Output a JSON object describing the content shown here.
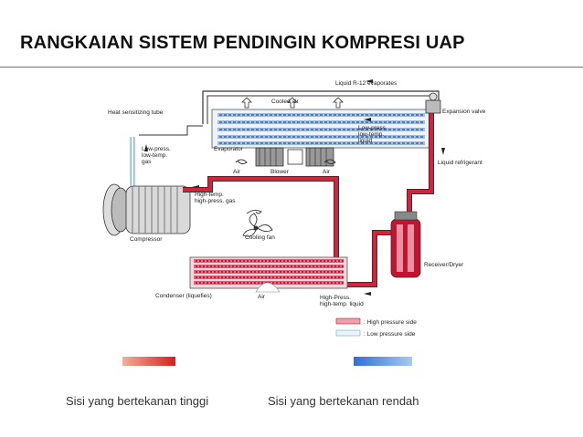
{
  "title": "RANGKAIAN SISTEM PENDINGIN KOMPRESI UAP",
  "labels": {
    "liquid_r12": "Liquid R-12 evaporates",
    "cooled_air": "Cooled air",
    "heat_tube": "Heat sensitizing tube",
    "expansion_valve": "Expansion valve",
    "low_press_in_1": "Low-press.",
    "low_press_in_2": "low-temp.",
    "low_press_in_3": "liquid",
    "evaporator": "Evaporator",
    "low_press_out_1": "Low-press.",
    "low_press_out_2": "low-temp.",
    "low_press_out_3": "gas",
    "air_left": "Air",
    "blower": "Blower",
    "air_right": "Air",
    "liquid_refrigerant": "Liquid refrigerant",
    "high_gas_1": "High-temp.",
    "high_gas_2": "high-press. gas",
    "compressor": "Compressor",
    "cooling_fan": "Cooling fan",
    "receiver_dryer": "Receiver/Dryer",
    "condenser": "Condenser (liquefies)",
    "air_condenser": "Air",
    "high_liquid_1": "High-Press.",
    "high_liquid_2": "high-temp. liquid"
  },
  "legend": {
    "high": ": High pressure side",
    "low": ": Low pressure side"
  },
  "captions": {
    "high": "Sisi yang bertekanan tinggi",
    "low": "Sisi yang bertekanan rendah"
  },
  "colors": {
    "high_pressure": "#d6223b",
    "low_pressure": "#8fc4e8",
    "accent_rule": "#c0504d"
  }
}
